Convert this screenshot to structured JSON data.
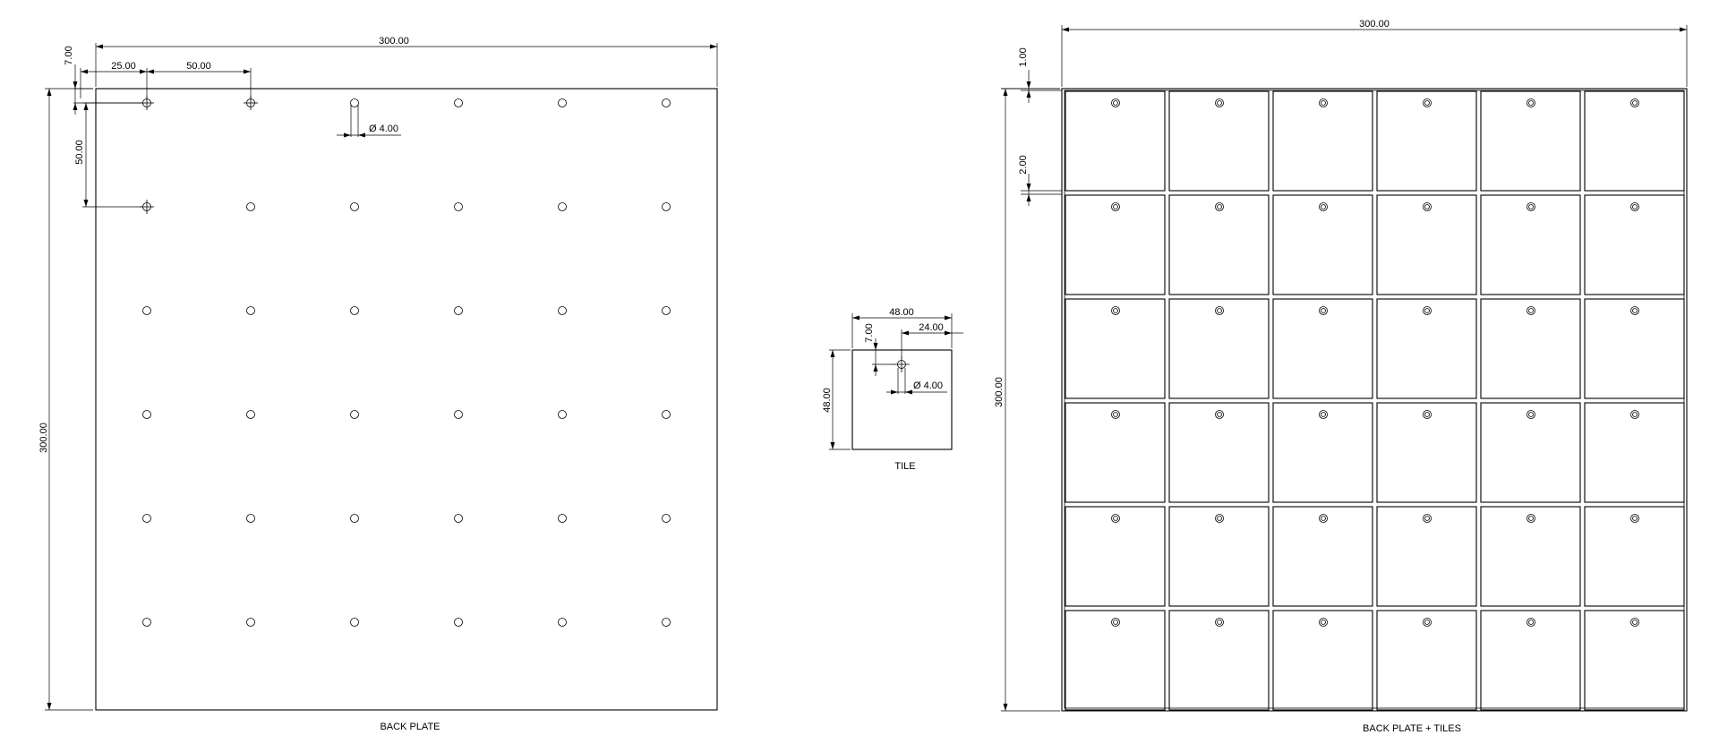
{
  "views": {
    "back_plate": {
      "caption": "BACK PLATE",
      "dims": {
        "width": "300.00",
        "height": "300.00",
        "top_offset": "7.00",
        "left_offset": "25.00",
        "pitch_x": "50.00",
        "pitch_y": "50.00",
        "hole_diameter": "Ø 4.00"
      },
      "grid": {
        "rows": 6,
        "cols": 6
      }
    },
    "tile": {
      "caption": "TILE",
      "dims": {
        "width": "48.00",
        "height": "48.00",
        "hole_offset_x": "24.00",
        "hole_offset_y": "7.00",
        "hole_diameter": "Ø 4.00"
      }
    },
    "assembly": {
      "caption": "BACK PLATE + TILES",
      "dims": {
        "width": "300.00",
        "height": "300.00",
        "edge_gap": "1.00",
        "tile_gap": "2.00"
      },
      "grid": {
        "rows": 6,
        "cols": 6
      }
    }
  }
}
